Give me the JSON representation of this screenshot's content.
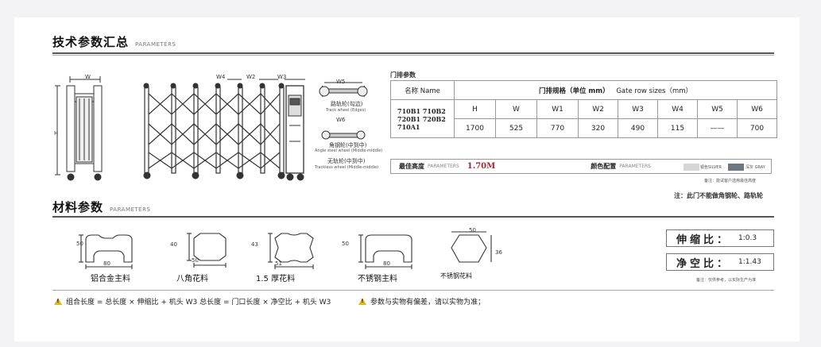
{
  "section1": {
    "title": "技术参数汇总",
    "subtitle": "PARAMETERS"
  },
  "section2": {
    "title": "材料参数",
    "subtitle": "PARAMETERS"
  },
  "drawing_labels": {
    "w": "W",
    "h": "H",
    "w4": "W4",
    "w2": "W2",
    "w3": "W3",
    "w5": "W5",
    "w6": "W6"
  },
  "wheels": {
    "track_cn": "路轨轮(勾边)",
    "track_en": "Track wheel (Edges)",
    "angle_cn": "角钢轮(中到中)",
    "angle_en": "Angle steel wheel (Middle-middle)",
    "trackless_cn": "无轨轮(中到中)",
    "trackless_en": "Trackless wheel (Middle-middle)"
  },
  "table": {
    "caption": "门排参数",
    "name_header": "名称 Name",
    "spec_header_cn": "门排规格（单位 mm）",
    "spec_header_en": "Gate row sizes（mm）",
    "models": [
      "710B1  710B2",
      "720B1  720B2",
      "710A1"
    ],
    "columns": [
      "H",
      "W",
      "W1",
      "W2",
      "W3",
      "W4",
      "W5",
      "W6"
    ],
    "values": [
      "1700",
      "525",
      "770",
      "320",
      "490",
      "115",
      "——",
      "700"
    ]
  },
  "height_bar": {
    "label": "最佳高度",
    "label_en": "PARAMETERS",
    "value": "1.70M",
    "color_label": "颜色配置",
    "color_label_en": "PARAMETERS",
    "colors": [
      {
        "name": "银色SILVER",
        "hex": "#d6d6d6"
      },
      {
        "name": "深灰 GRAY",
        "hex": "#6e7780"
      }
    ]
  },
  "notes": {
    "custom": "备注：能试客户选用最佳高度",
    "wheel_note": "注：此门不能做角钢轮、路轨轮",
    "ratio_note": "备注：仅供参考，以实际生产为准"
  },
  "profiles": [
    {
      "name": "铝合金主料",
      "dim_h": "50",
      "dim_w": "80"
    },
    {
      "name": "八角花料",
      "dim_h": "40",
      "dim_w": "50"
    },
    {
      "name": "1.5 厚花料",
      "dim_h": "43",
      "dim_w": "51"
    },
    {
      "name": "不锈钢主料",
      "dim_h": "50",
      "dim_w": "80"
    },
    {
      "name": "不锈钢花料",
      "dim_h": "36",
      "dim_w": "50"
    }
  ],
  "ratios": [
    {
      "label": "伸缩比：",
      "value": "1:0.3"
    },
    {
      "label": "净空比：",
      "value": "1:1.43"
    }
  ],
  "formulas": {
    "left": "组合长度 = 总长度 × 伸缩比 + 机头 W3   总长度 = 门口长度 × 净空比 + 机头 W3",
    "right": "参数与实物有偏差，请以实物为准；"
  }
}
